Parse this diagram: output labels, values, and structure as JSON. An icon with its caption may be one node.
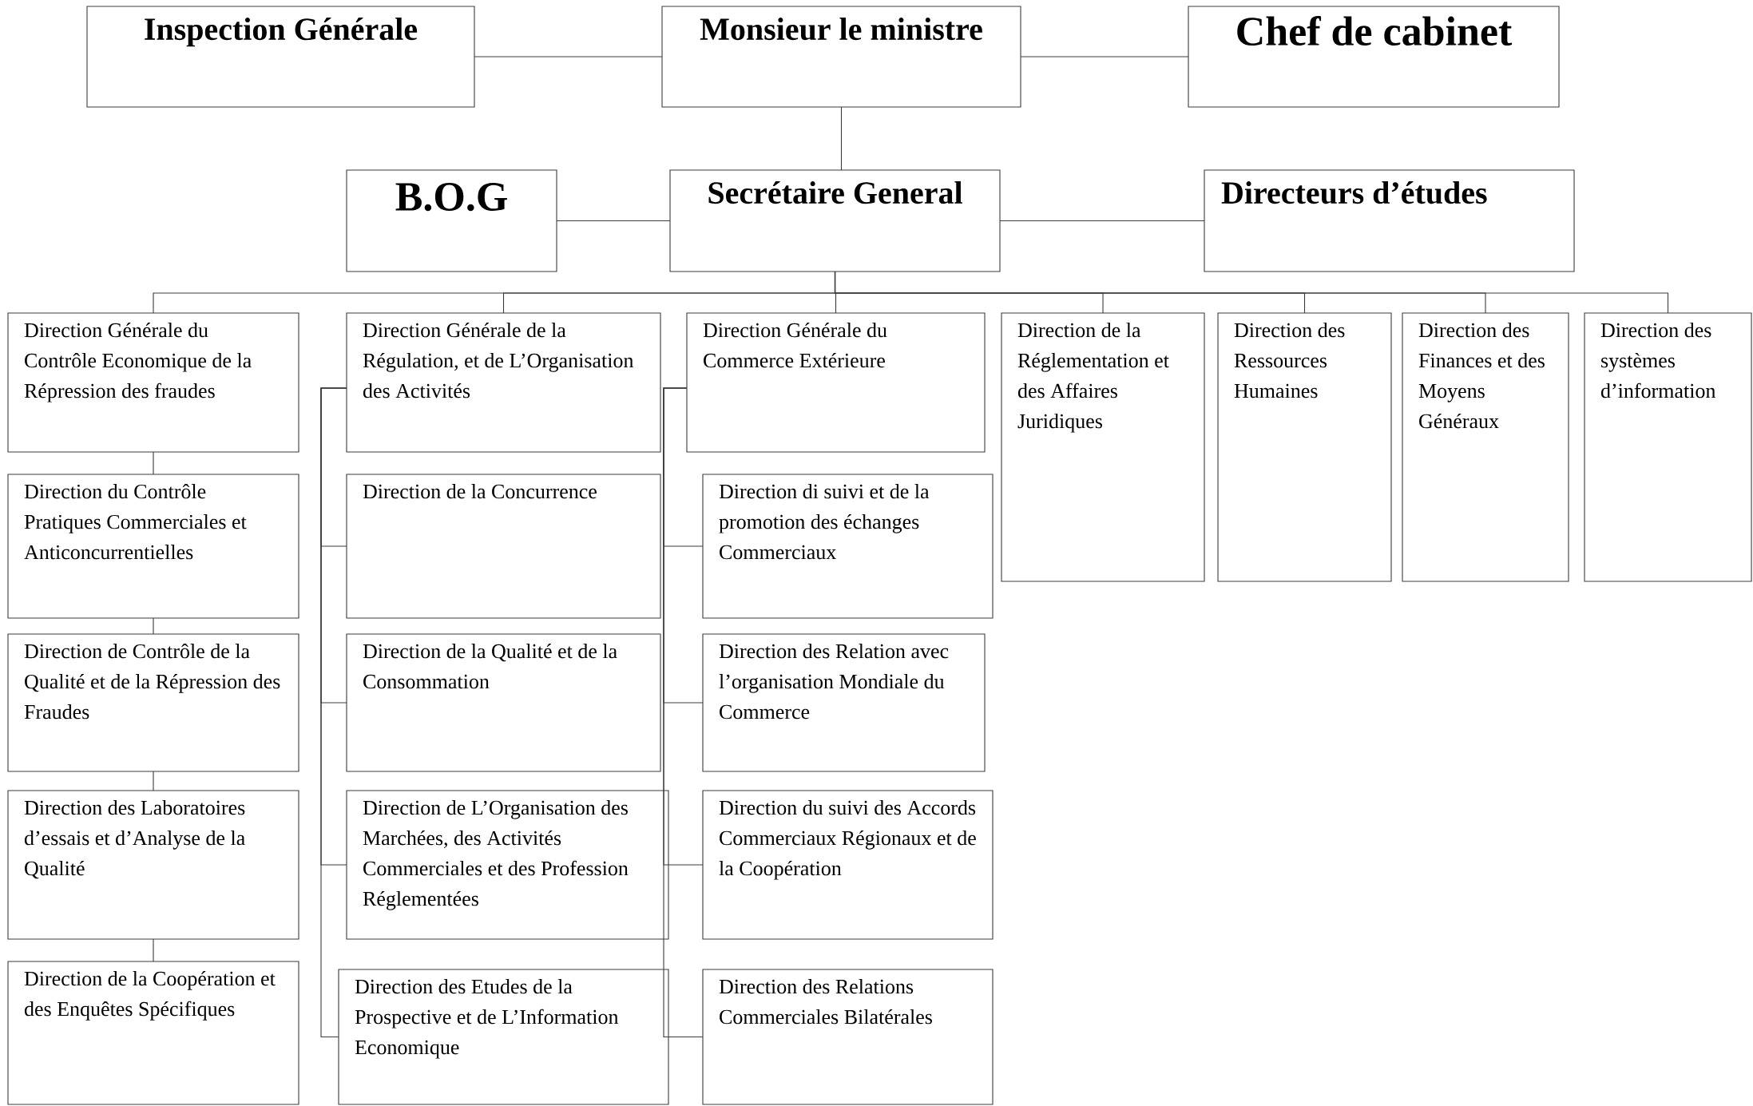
{
  "diagram": {
    "nodes": [
      {
        "text": [
          "Inspection Générale"
        ]
      },
      {
        "text": [
          "Monsieur le ministre"
        ]
      },
      {
        "text": [
          "Chef de cabinet"
        ]
      },
      {
        "text": [
          "B.O.G"
        ]
      },
      {
        "text": [
          "Secrétaire General"
        ]
      },
      {
        "text": [
          "Directeurs d’études"
        ]
      },
      {
        "text": [
          "Direction Générale du Contrôle Economique de la Répression des fraudes"
        ]
      },
      {
        "text": [
          "Direction Générale de la Régulation, et de L’Organisation des Activités"
        ]
      },
      {
        "text": [
          "Direction Générale du Commerce Extérieure"
        ]
      },
      {
        "text": [
          "Direction de la Réglementation et des Affaires Juridiques"
        ]
      },
      {
        "text": [
          "Direction des Ressources Humaines"
        ]
      },
      {
        "text": [
          "Direction des Finances et des Moyens Généraux"
        ]
      },
      {
        "text": [
          "Direction des systèmes d’information"
        ]
      },
      {
        "text": [
          "Direction du Contrôle Pratiques Commerciales et Anticoncurrentielles"
        ]
      },
      {
        "text": [
          "Direction de Contrôle de la Qualité et de la Répression des Fraudes"
        ]
      },
      {
        "text": [
          "Direction des Laboratoires d’essais et d’Analyse de la Qualité"
        ]
      },
      {
        "text": [
          "Direction de la Coopération et des Enquêtes Spécifiques"
        ]
      },
      {
        "text": [
          "Direction de la Concurrence"
        ]
      },
      {
        "text": [
          "Direction de la Qualité et de la Consommation"
        ]
      },
      {
        "text": [
          "Direction de L’Organisation des Marchées, des Activités Commerciales et des Profession Réglementées"
        ]
      },
      {
        "text": [
          "Direction des Etudes de la Prospective et de L’Information Economique"
        ]
      },
      {
        "text": [
          "Direction di suivi et de la promotion des échanges Commerciaux"
        ]
      },
      {
        "text": [
          "Direction des Relation avec l’organisation Mondiale du Commerce"
        ]
      },
      {
        "text": [
          "Direction du suivi des Accords Commerciaux Régionaux et de la Coopération"
        ]
      },
      {
        "text": [
          "Direction des Relations Commerciales Bilatérales"
        ]
      }
    ],
    "edges": [
      {
        "from": 1,
        "to": 0,
        "arrow": "none"
      },
      {
        "from": 1,
        "to": 2,
        "arrow": "none"
      },
      {
        "from": 1,
        "to": 4,
        "arrow": "none"
      },
      {
        "from": 4,
        "to": 3,
        "arrow": "none"
      },
      {
        "from": 4,
        "to": 5,
        "arrow": "none"
      },
      {
        "from": 4,
        "to": 6,
        "arrow": "none"
      },
      {
        "from": 4,
        "to": 7,
        "arrow": "none"
      },
      {
        "from": 4,
        "to": 8,
        "arrow": "none"
      },
      {
        "from": 4,
        "to": 9,
        "arrow": "none"
      },
      {
        "from": 4,
        "to": 10,
        "arrow": "none"
      },
      {
        "from": 4,
        "to": 11,
        "arrow": "none"
      },
      {
        "from": 4,
        "to": 12,
        "arrow": "none"
      },
      {
        "from": 6,
        "to": 13,
        "arrow": "none"
      },
      {
        "from": 13,
        "to": 14,
        "arrow": "none"
      },
      {
        "from": 14,
        "to": 15,
        "arrow": "none"
      },
      {
        "from": 15,
        "to": 16,
        "arrow": "none"
      },
      {
        "from": 7,
        "to": 17,
        "arrow": "none"
      },
      {
        "from": 7,
        "to": 18,
        "arrow": "none"
      },
      {
        "from": 7,
        "to": 19,
        "arrow": "none"
      },
      {
        "from": 7,
        "to": 20,
        "arrow": "none"
      },
      {
        "from": 8,
        "to": 21,
        "arrow": "none"
      },
      {
        "from": 8,
        "to": 22,
        "arrow": "none"
      },
      {
        "from": 8,
        "to": 23,
        "arrow": "none"
      },
      {
        "from": 8,
        "to": 24,
        "arrow": "none"
      }
    ]
  }
}
